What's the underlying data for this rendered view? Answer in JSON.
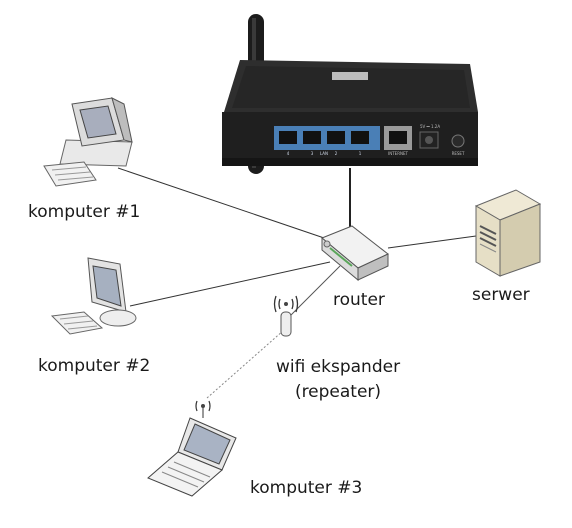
{
  "diagram": {
    "nodes": {
      "computer1": {
        "label": "komputer #1",
        "icon": "desktop-computer-icon"
      },
      "computer2": {
        "label": "komputer #2",
        "icon": "lcd-computer-icon"
      },
      "computer3": {
        "label": "komputer #3",
        "icon": "laptop-icon"
      },
      "router": {
        "label": "router",
        "icon": "router-icon"
      },
      "server": {
        "label": "serwer",
        "icon": "server-icon"
      },
      "repeater": {
        "label_line1": "wifi ekspander",
        "label_line2": "(repeater)",
        "icon": "wifi-antenna-icon"
      },
      "router_photo": {
        "icon": "router-photo-icon",
        "port_labels": [
          "4",
          "3",
          "LAN",
          "2",
          "1"
        ],
        "wan_label": "INTERNET",
        "power_label": "5V ⎓ 1.2A",
        "reset_label": "RESET"
      }
    },
    "links": [
      {
        "from": "computer1",
        "to": "router",
        "style": "wired"
      },
      {
        "from": "computer2",
        "to": "router",
        "style": "wired"
      },
      {
        "from": "server",
        "to": "router",
        "style": "wired"
      },
      {
        "from": "router_photo",
        "to": "router",
        "style": "wired"
      },
      {
        "from": "repeater",
        "to": "router",
        "style": "wireless"
      },
      {
        "from": "computer3",
        "to": "repeater",
        "style": "wireless"
      }
    ],
    "colors": {
      "line": "#333333",
      "wireless_line": "#777777",
      "router_body": "#2a2a2a",
      "port_blue": "#4a7fb6"
    }
  }
}
